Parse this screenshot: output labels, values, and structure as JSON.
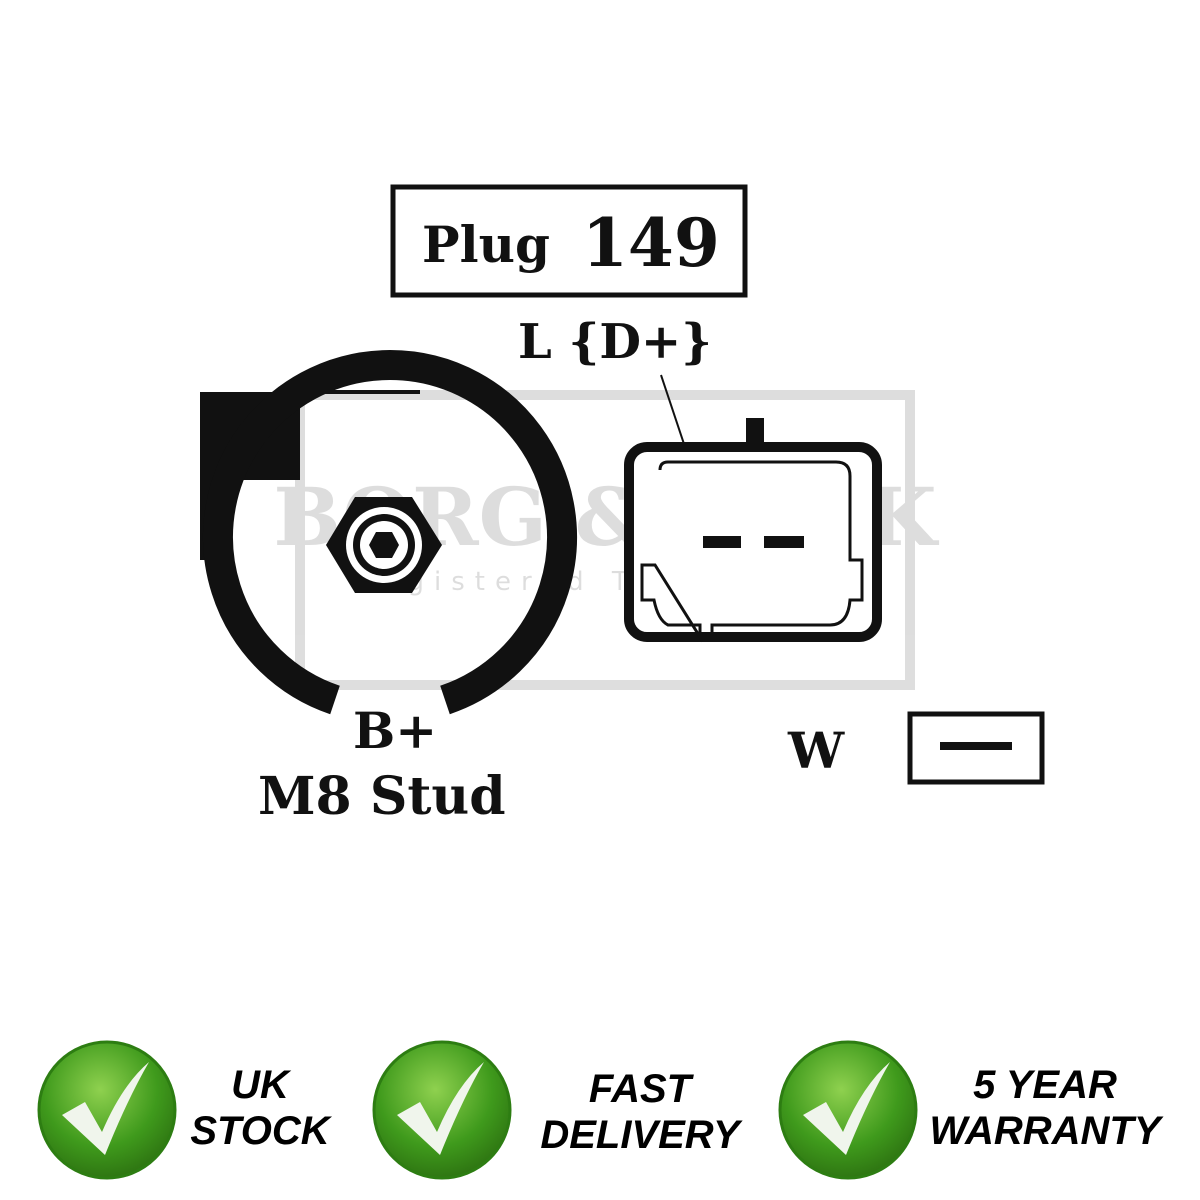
{
  "diagram": {
    "plug_label": "Plug",
    "plug_number": "149",
    "terminal_l": "L {D+}",
    "terminal_b": "B+",
    "stud": "M8 Stud",
    "terminal_w": "W",
    "watermark": {
      "brand": "BORG & BECK",
      "sub": "Registered Trade Mark"
    }
  },
  "badges": [
    {
      "line1": "UK",
      "line2": "STOCK"
    },
    {
      "line1": "FAST",
      "line2": "DELIVERY"
    },
    {
      "line1": "5 YEAR",
      "line2": "WARRANTY"
    }
  ],
  "colors": {
    "check_green": "#3f9a1c",
    "ink": "#111111"
  }
}
